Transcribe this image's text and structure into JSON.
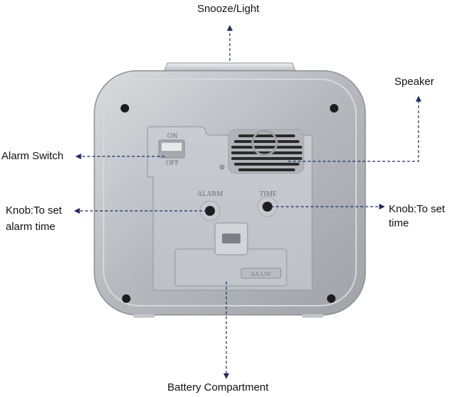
{
  "labels": {
    "snooze": "Snooze/Light",
    "speaker": "Speaker",
    "alarm_switch": "Alarm Switch",
    "knob_alarm_line1": "Knob:To set",
    "knob_alarm_line2": "alarm time",
    "knob_time_line1": "Knob:To set",
    "knob_time_line2": "time",
    "battery": "Battery Compartment"
  },
  "device_markings": {
    "on": "ON",
    "off": "OFF",
    "alarm": "ALARM",
    "time": "TIME",
    "battery_spec": "AA 1.5V"
  },
  "colors": {
    "leader_line": "#1f2a6b",
    "body": "#b9bcc1",
    "panel": "#c4c7cc"
  }
}
